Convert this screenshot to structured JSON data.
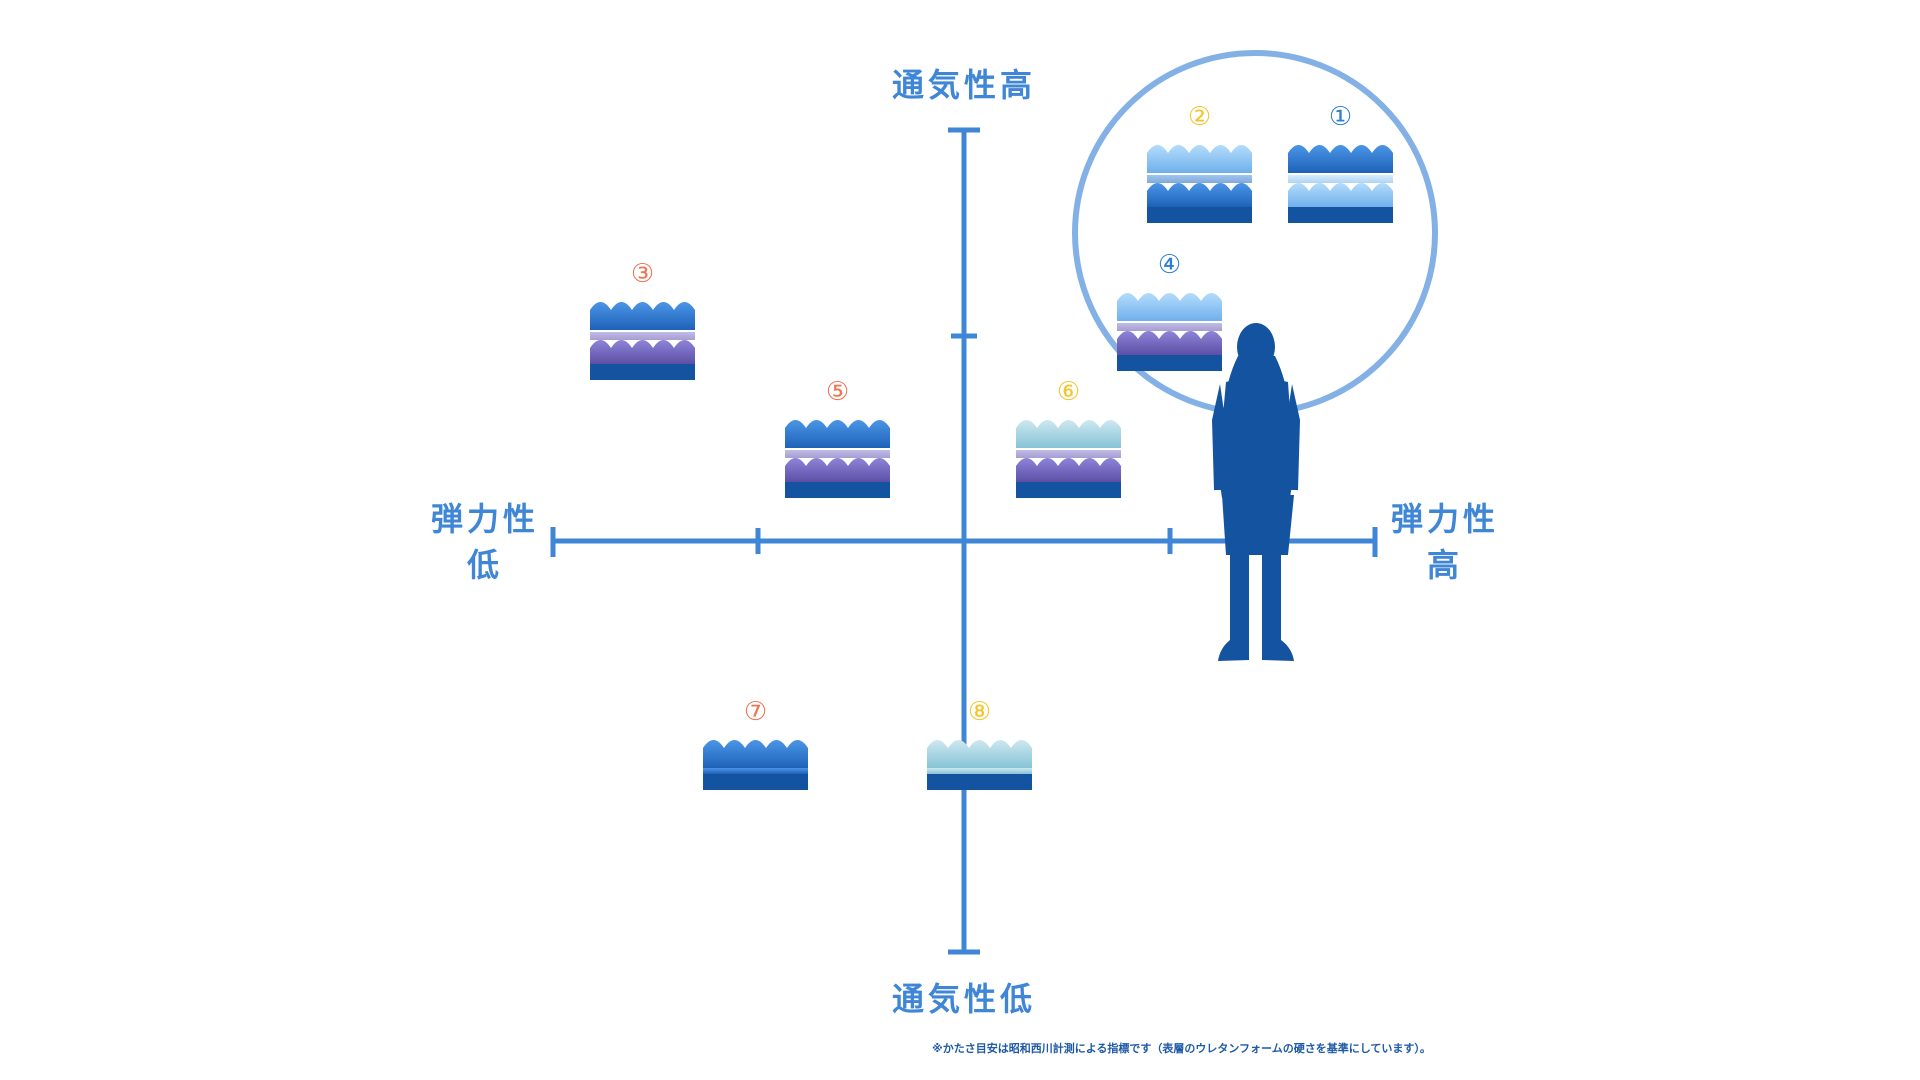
{
  "axes": {
    "top_label": "通気性高",
    "bottom_label": "通気性低",
    "left_label_line1": "弾力性",
    "left_label_line2": "低",
    "right_label_line1": "弾力性",
    "right_label_line2": "高"
  },
  "colors": {
    "axis": "#3f86d6",
    "silhouette": "#13539f",
    "highlight_circle": "#83b1e6",
    "base_dark": "#13539f",
    "label_orange": "#f07354",
    "label_yellow": "#f2c52f",
    "label_blue": "#2f7fd0"
  },
  "chart_data": {
    "type": "diagram",
    "x_axis": "弾力性",
    "y_axis": "通気性",
    "items": [
      {
        "label": "①",
        "label_color": "blue",
        "top_layer": "blue",
        "bottom_layer": "light-blue",
        "highlighted": true
      },
      {
        "label": "②",
        "label_color": "yellow",
        "top_layer": "light-blue",
        "bottom_layer": "blue",
        "highlighted": true
      },
      {
        "label": "③",
        "label_color": "orange",
        "top_layer": "blue",
        "bottom_layer": "purple",
        "highlighted": false
      },
      {
        "label": "④",
        "label_color": "blue",
        "top_layer": "light-blue",
        "bottom_layer": "purple",
        "highlighted": true
      },
      {
        "label": "⑤",
        "label_color": "orange",
        "top_layer": "blue",
        "bottom_layer": "purple",
        "highlighted": false
      },
      {
        "label": "⑥",
        "label_color": "yellow",
        "top_layer": "teal",
        "bottom_layer": "purple",
        "highlighted": false
      },
      {
        "label": "⑦",
        "label_color": "orange",
        "top_layer": "blue",
        "bottom_layer": null,
        "highlighted": false
      },
      {
        "label": "⑧",
        "label_color": "yellow",
        "top_layer": "teal",
        "bottom_layer": null,
        "highlighted": false
      }
    ]
  },
  "footnote": "※かたさ目安は昭和西川計測による指標です（表層のウレタンフォームの硬さを基準にしています）。"
}
